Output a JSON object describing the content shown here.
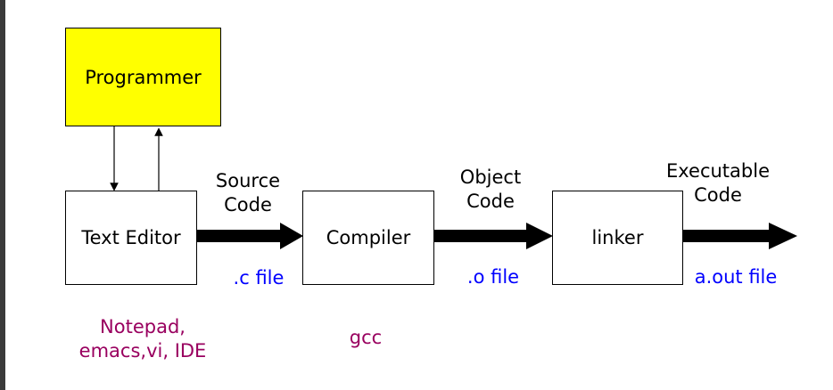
{
  "colors": {
    "programmer_fill": "#ffff00",
    "file_label": "#0000ff",
    "tool_label": "#99005f",
    "arrow": "#000000"
  },
  "boxes": {
    "programmer": "Programmer",
    "text_editor": "Text Editor",
    "compiler": "Compiler",
    "linker": "linker"
  },
  "arrow_labels": {
    "source_code": [
      "Source",
      "Code"
    ],
    "object_code": [
      "Object",
      "Code"
    ],
    "executable_code": [
      "Executable",
      "Code"
    ]
  },
  "file_labels": {
    "c_file": ".c file",
    "o_file": ".o file",
    "aout_file": "a.out file"
  },
  "tool_labels": {
    "editors": [
      "Notepad,",
      "emacs,vi, IDE"
    ],
    "compiler": "gcc"
  }
}
